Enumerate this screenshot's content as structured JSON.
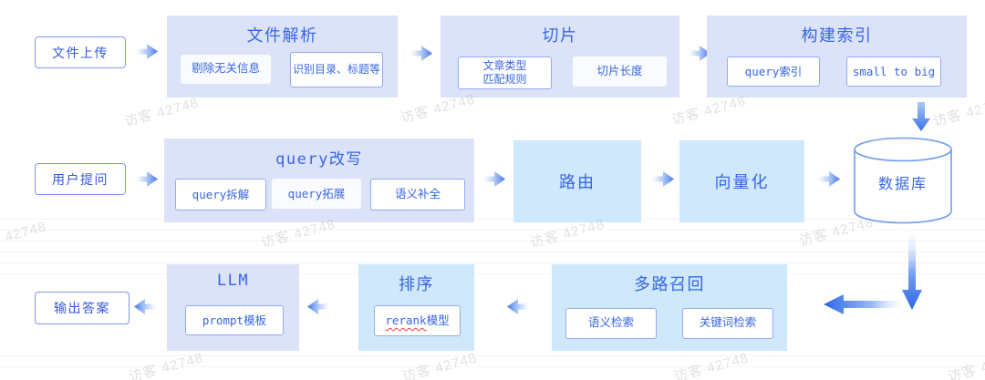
{
  "watermark": {
    "text": "访客 42748"
  },
  "colors": {
    "stage_lavender": "#dce3f8",
    "stage_blue": "#cfe8fb",
    "text_blue": "#3766e6",
    "outline_border": "#7e97ef",
    "sub_border": "#93abf2",
    "arrow_blue": "#3b72ec",
    "spellcheck_red": "#e03e3e"
  },
  "row1": {
    "start": "文件上传",
    "parse": {
      "title": "文件解析",
      "sub1": "剔除无关信息",
      "sub2": "识别目录、标题等"
    },
    "slice": {
      "title": "切片",
      "sub1": "文章类型匹配规则",
      "sub2": "切片长度"
    },
    "index": {
      "title": "构建索引",
      "sub1": "query索引",
      "sub2": "small to big"
    }
  },
  "row2": {
    "start": "用户提问",
    "rewrite": {
      "title": "query改写",
      "sub1": "query拆解",
      "sub2": "query拓展",
      "sub3": "语义补全"
    },
    "route": "路由",
    "vector": "向量化",
    "database": "数据库"
  },
  "row3": {
    "output": "输出答案",
    "llm": {
      "title": "LLM",
      "sub1": "prompt模板"
    },
    "rank": {
      "title": "排序",
      "sub1_en": "rerank",
      "sub1_zh": "模型"
    },
    "recall": {
      "title": "多路召回",
      "sub1": "语义检索",
      "sub2": "关键词检索"
    }
  }
}
